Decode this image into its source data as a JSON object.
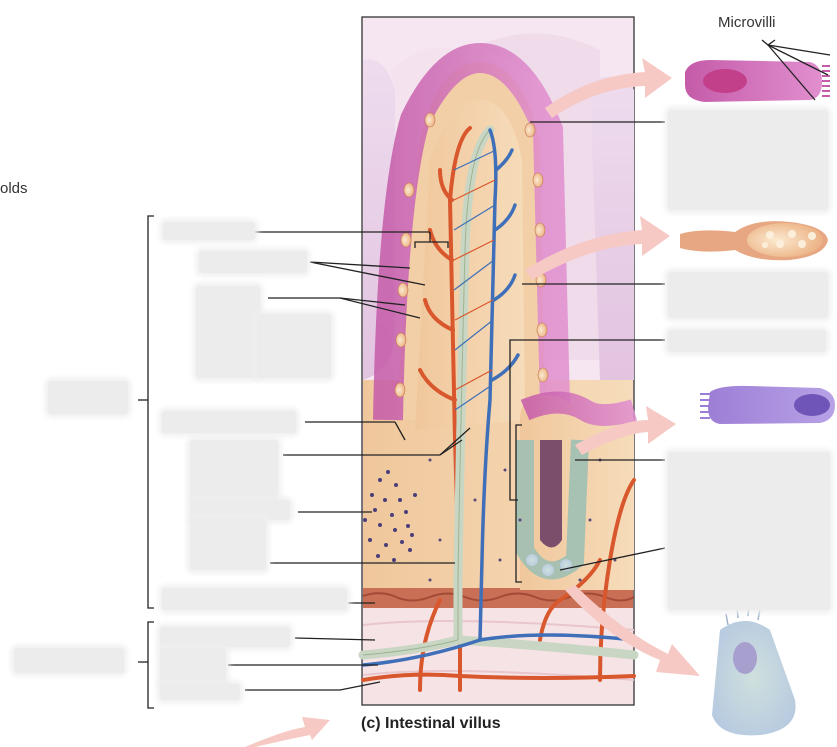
{
  "texts": {
    "microvilli": "Microvilli",
    "folds_partial": "olds",
    "caption": "(c) Intestinal villus"
  },
  "colors": {
    "epithelium": "#b98ac6",
    "lamina": "#f2cfa6",
    "artery": "#d9572c",
    "vein": "#3f6fb8",
    "lacteal": "#c9d6c3",
    "muscle": "#f3dde0",
    "arrow": "#f6c9c4",
    "mask": "#ececec"
  }
}
